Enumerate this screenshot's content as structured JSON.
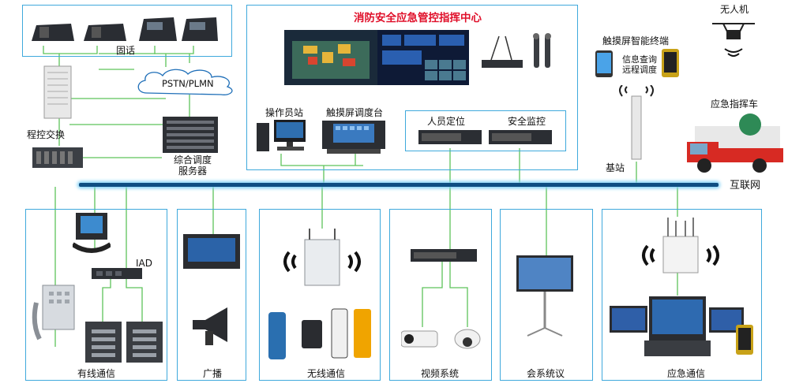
{
  "center": {
    "title": "消防安全应急管控指挥中心",
    "operator_station": "操作员站",
    "touch_console": "触摸屏调度台"
  },
  "top_left": {
    "fixed_phone": "固话",
    "pstn": "PSTN/PLMN",
    "pbx": "程控交换",
    "server": "综合调度\n服务器"
  },
  "positioning": {
    "label": "人员定位",
    "monitoring": "安全监控"
  },
  "right": {
    "drone": "无人机",
    "terminal": "触摸屏智能终端",
    "terminal_note": "信息查询\n远程调度",
    "command_vehicle": "应急指挥车",
    "base_station": "基站",
    "internet": "互联网"
  },
  "subsystems": {
    "wired": "有线通信",
    "iad": "IAD",
    "broadcast": "广播",
    "wireless": "无线通信",
    "video": "视频系统",
    "conference": "会系统议",
    "emergency": "应急通信"
  },
  "colors": {
    "box_border": "#3fa9dc",
    "wire": "#5ec45a",
    "bus": "#0f4e82",
    "title": "#e0102a"
  }
}
